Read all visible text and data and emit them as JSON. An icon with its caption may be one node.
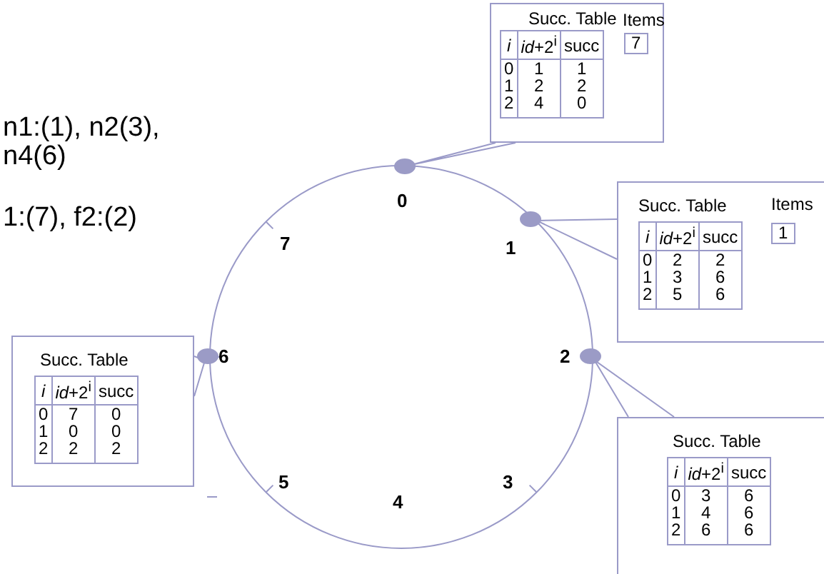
{
  "diagram": {
    "nodes": [
      {
        "text": [
          "Succ. Table",
          "i",
          "*id*+2$^{i}$",
          "succ",
          "0",
          "1",
          "1",
          "1",
          "2",
          "2",
          "2",
          "4",
          "0",
          "Items"
        ]
      },
      {
        "text": [
          "7"
        ],
        "in": 0
      },
      {
        "text": [],
        "shape": "circle",
        "beside": [
          "0"
        ]
      },
      {
        "text": [
          "Succ. Table",
          "i",
          "*id*+2$^{i}$",
          "succ",
          "0",
          "2",
          "2",
          "1",
          "3",
          "6",
          "2",
          "5",
          "6",
          "Items"
        ]
      },
      {
        "text": [
          "1"
        ],
        "in": 3
      },
      {
        "text": [],
        "shape": "circle",
        "beside": [
          "1"
        ]
      },
      {
        "text": [
          "Succ. Table",
          "i",
          "*id*+2$^{i}$",
          "succ",
          "0",
          "7",
          "0",
          "1",
          "0",
          "0",
          "2",
          "2",
          "2"
        ]
      },
      {
        "text": [],
        "shape": "circle",
        "beside": [
          "6"
        ]
      },
      {
        "text": [],
        "shape": "circle",
        "beside": [
          "2"
        ]
      },
      {
        "text": [
          "Succ. Table",
          "i",
          "*id*+2$^{i}$",
          "succ",
          "0",
          "3",
          "6",
          "1",
          "4",
          "6",
          "2",
          "6",
          "6"
        ]
      }
    ],
    "edges": [
      {
        "from": 0,
        "to": 2,
        "arrow": "none"
      },
      {
        "from": 3,
        "to": 5,
        "arrow": "none"
      },
      {
        "from": 6,
        "to": 7,
        "arrow": "none"
      },
      {
        "from": 9,
        "to": 8,
        "arrow": "none"
      }
    ],
    "labels": [
      "n1:(1), n2(3), n4(6)",
      "1:(7), f2:(2)",
      "7",
      "5",
      "4",
      "3"
    ]
  }
}
